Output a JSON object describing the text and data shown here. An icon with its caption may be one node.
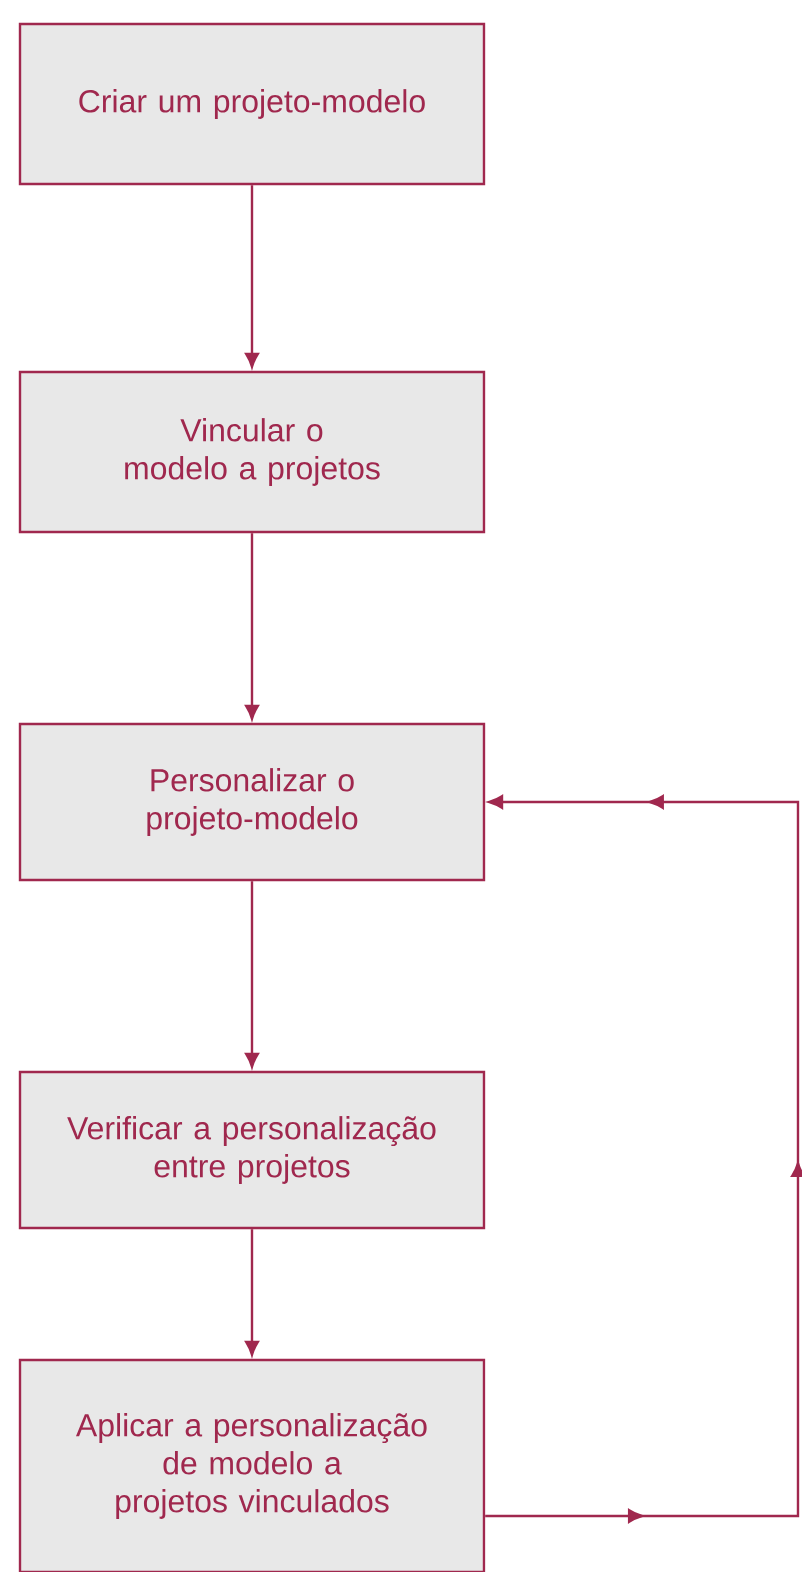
{
  "diagram": {
    "nodes": [
      {
        "text": [
          "Criar um projeto-modelo"
        ]
      },
      {
        "text": [
          "Vincular o modelo a projetos"
        ]
      },
      {
        "text": [
          "Personalizar o projeto-modelo"
        ]
      },
      {
        "text": [
          "Verificar a personalização entre projetos"
        ]
      },
      {
        "text": [
          "Aplicar a personalização de modelo a projetos vinculados"
        ]
      }
    ],
    "edges": [
      {
        "from": 0,
        "to": 1,
        "arrow": "to"
      },
      {
        "from": 1,
        "to": 2,
        "arrow": "to"
      },
      {
        "from": 2,
        "to": 3,
        "arrow": "to"
      },
      {
        "from": 3,
        "to": 4,
        "arrow": "to"
      },
      {
        "from": 4,
        "to": 2,
        "arrow": "to"
      }
    ]
  }
}
